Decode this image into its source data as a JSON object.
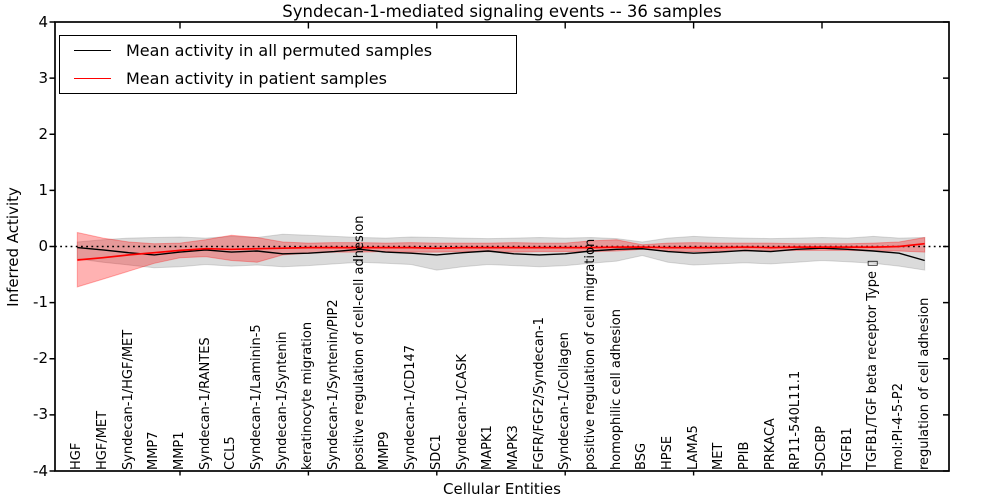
{
  "chart_data": {
    "type": "line",
    "title": "Syndecan-1-mediated signaling events -- 36 samples",
    "xlabel": "Cellular Entities",
    "ylabel": "Inferred Activity",
    "ylim": [
      -4,
      4
    ],
    "yticks": [
      4,
      3,
      2,
      1,
      0,
      -1,
      -2,
      -3,
      -4
    ],
    "ytick_labels": [
      "4",
      "3",
      "2",
      "1",
      "0",
      "-1",
      "-2",
      "-3",
      "-4"
    ],
    "grid": false,
    "legend_position": "upper left",
    "baseline": {
      "y": 0,
      "style": "dotted",
      "color": "#000000"
    },
    "top_tick_indices": [
      4,
      9,
      14,
      19,
      24,
      29
    ],
    "categories": [
      "HGF",
      "HGF/MET",
      "Syndecan-1/HGF/MET",
      "MMP7",
      "MMP1",
      "Syndecan-1/RANTES",
      "CCL5",
      "Syndecan-1/Laminin-5",
      "Syndecan-1/Syntenin",
      "keratinocyte migration",
      "Syndecan-1/Syntenin/PIP2",
      "positive regulation of cell-cell adhesion",
      "MMP9",
      "Syndecan-1/CD147",
      "SDC1",
      "Syndecan-1/CASK",
      "MAPK1",
      "MAPK3",
      "FGFR/FGF2/Syndecan-1",
      "Syndecan-1/Collagen",
      "positive regulation of cell migration",
      "homophilic cell adhesion",
      "BSG",
      "HPSE",
      "LAMA5",
      "MET",
      "PPIB",
      "PRKACA",
      "RP11-540L11.1",
      "SDCBP",
      "TGFB1",
      "TGFB1/TGF beta receptor Type ▯",
      "mol:PI-4-5-P2",
      "regulation of cell adhesion"
    ],
    "series": [
      {
        "name": "Mean activity in all permuted samples",
        "color": "#000000",
        "band_color": "rgba(125,125,125,0.28)",
        "mean": [
          -0.02,
          -0.06,
          -0.11,
          -0.15,
          -0.1,
          -0.06,
          -0.1,
          -0.08,
          -0.13,
          -0.12,
          -0.09,
          -0.05,
          -0.1,
          -0.12,
          -0.15,
          -0.11,
          -0.08,
          -0.13,
          -0.15,
          -0.13,
          -0.08,
          -0.05,
          -0.04,
          -0.09,
          -0.12,
          -0.1,
          -0.07,
          -0.09,
          -0.05,
          -0.03,
          -0.05,
          -0.08,
          -0.12,
          -0.25
        ],
        "band_upper": [
          0.08,
          0.12,
          0.15,
          0.16,
          0.17,
          0.15,
          0.18,
          0.16,
          0.22,
          0.2,
          0.18,
          0.16,
          0.15,
          0.17,
          0.16,
          0.15,
          0.14,
          0.15,
          0.16,
          0.15,
          0.16,
          0.14,
          0.08,
          0.15,
          0.18,
          0.16,
          0.15,
          0.14,
          0.15,
          0.16,
          0.15,
          0.18,
          0.15,
          0.16
        ],
        "band_lower": [
          -0.22,
          -0.28,
          -0.33,
          -0.38,
          -0.36,
          -0.32,
          -0.35,
          -0.33,
          -0.36,
          -0.34,
          -0.31,
          -0.28,
          -0.3,
          -0.32,
          -0.42,
          -0.36,
          -0.32,
          -0.34,
          -0.36,
          -0.34,
          -0.3,
          -0.26,
          -0.16,
          -0.28,
          -0.33,
          -0.31,
          -0.29,
          -0.31,
          -0.28,
          -0.25,
          -0.27,
          -0.3,
          -0.35,
          -0.42
        ]
      },
      {
        "name": "Mean activity in patient samples",
        "color": "#ff0000",
        "band_color": "rgba(255,0,0,0.30)",
        "mean": [
          -0.24,
          -0.2,
          -0.15,
          -0.11,
          -0.07,
          -0.04,
          -0.05,
          -0.04,
          -0.03,
          -0.02,
          -0.02,
          -0.02,
          -0.02,
          -0.02,
          -0.03,
          -0.02,
          -0.02,
          -0.02,
          -0.02,
          -0.02,
          -0.02,
          -0.01,
          -0.01,
          -0.02,
          -0.02,
          -0.02,
          -0.01,
          -0.02,
          -0.01,
          -0.01,
          -0.01,
          -0.01,
          0.0,
          0.05
        ],
        "band_upper": [
          0.25,
          0.15,
          0.08,
          0.05,
          0.06,
          0.12,
          0.2,
          0.16,
          0.08,
          0.06,
          0.07,
          0.07,
          0.06,
          0.07,
          0.06,
          0.06,
          0.06,
          0.07,
          0.06,
          0.06,
          0.1,
          0.12,
          0.03,
          0.06,
          0.07,
          0.06,
          0.06,
          0.06,
          0.05,
          0.05,
          0.05,
          0.06,
          0.08,
          0.16
        ],
        "band_lower": [
          -0.72,
          -0.58,
          -0.44,
          -0.3,
          -0.2,
          -0.18,
          -0.25,
          -0.28,
          -0.15,
          -0.12,
          -0.1,
          -0.1,
          -0.09,
          -0.1,
          -0.1,
          -0.09,
          -0.09,
          -0.1,
          -0.09,
          -0.09,
          -0.09,
          -0.08,
          -0.05,
          -0.08,
          -0.09,
          -0.08,
          -0.08,
          -0.08,
          -0.07,
          -0.07,
          -0.07,
          -0.08,
          -0.08,
          -0.1
        ]
      }
    ]
  }
}
